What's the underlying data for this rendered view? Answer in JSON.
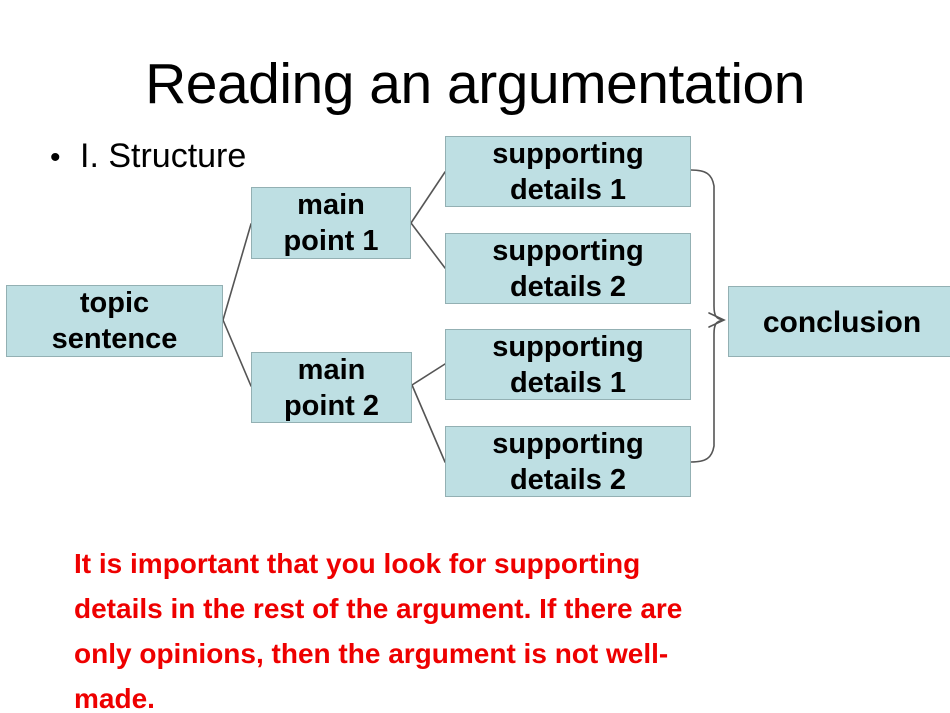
{
  "slide": {
    "title": "Reading an argumentation",
    "bullet": {
      "marker": "•",
      "text": "I. Structure"
    },
    "caption": "It is important that you look for supporting details in the rest of the argument. If there are only opinions, then the argument is not well-made.",
    "colors": {
      "background": "#ffffff",
      "node_fill": "#bedfe3",
      "node_border": "#93b0b3",
      "node_text": "#000000",
      "title_text": "#000000",
      "caption_text": "#ee0000",
      "connector": "#555555"
    }
  },
  "diagram": {
    "type": "flow-tree",
    "nodes": [
      {
        "id": "topic-sentence",
        "label": "topic\nsentence"
      },
      {
        "id": "main-point-1",
        "label": "main\npoint 1"
      },
      {
        "id": "main-point-2",
        "label": "main\npoint 2"
      },
      {
        "id": "sd-1a",
        "label": "supporting\ndetails 1"
      },
      {
        "id": "sd-1b",
        "label": "supporting\ndetails 2"
      },
      {
        "id": "sd-2a",
        "label": "supporting\ndetails 1"
      },
      {
        "id": "sd-2b",
        "label": "supporting\ndetails 2"
      },
      {
        "id": "conclusion",
        "label": "conclusion"
      }
    ],
    "edges": [
      {
        "from": "topic-sentence",
        "to": "main-point-1"
      },
      {
        "from": "topic-sentence",
        "to": "main-point-2"
      },
      {
        "from": "main-point-1",
        "to": "sd-1a"
      },
      {
        "from": "main-point-1",
        "to": "sd-1b"
      },
      {
        "from": "main-point-2",
        "to": "sd-2a"
      },
      {
        "from": "main-point-2",
        "to": "sd-2b"
      },
      {
        "from": "sd-1a",
        "to": "conclusion"
      },
      {
        "from": "sd-2b",
        "to": "conclusion"
      }
    ]
  }
}
